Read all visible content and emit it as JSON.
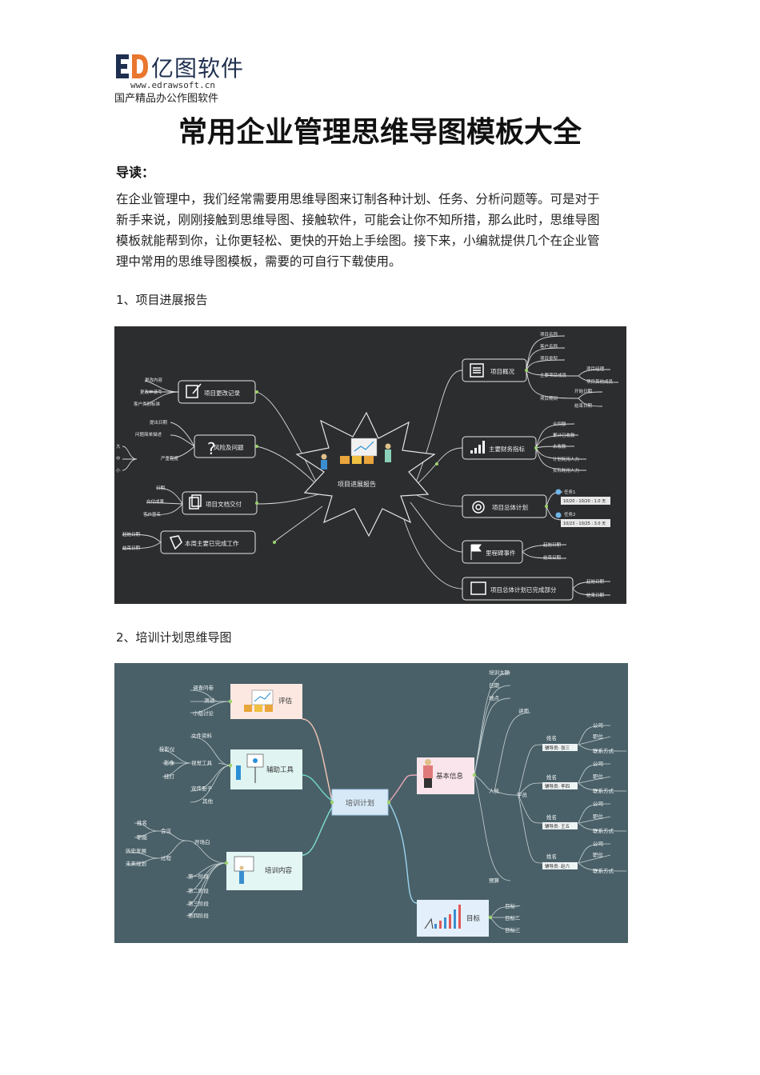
{
  "header": {
    "brand": "亿图软件",
    "url": "www.edrawsoft.cn",
    "tagline": "国产精品办公作图软件"
  },
  "doc": {
    "title": "常用企业管理思维导图模板大全",
    "lead": "导读：",
    "paragraph_lines": [
      "在企业管理中，我们经常需要用思维导图来订制各种计划、任务、分析问题等。可是对于",
      "新手来说，刚刚接触到思维导图、接触软件，可能会让你不知所措，那么此时，思维导图",
      "模板就能帮到你，让你更轻松、更快的开始上手绘图。接下来，小编就提供几个在企业管",
      "理中常用的思维导图模板，需要的可自行下载使用。"
    ],
    "section1": "1、项目进展报告",
    "section2": "2、培训计划思维导图"
  },
  "map1": {
    "center": "项目进展报告",
    "left": [
      {
        "label": "项目更改记录",
        "children": [
          "更改内容",
          "更改申请号",
          "客户类别标准"
        ]
      },
      {
        "label": "风险及问题",
        "children": [
          "提出日期",
          "问题简单描述",
          "严重程度"
        ],
        "sub": [
          "大",
          "中",
          "小"
        ]
      },
      {
        "label": "项目文档交付",
        "children": [
          "日期",
          "交付成果",
          "客户签名"
        ]
      },
      {
        "label": "本周主要已完成工作",
        "children": [
          "起始日期",
          "结束日期"
        ]
      }
    ],
    "right": [
      {
        "label": "项目概况",
        "children": [
          "项目名称",
          "客户名称",
          "项目类型",
          "主要项目成员",
          "项目期间"
        ],
        "grand": [
          "项目经理",
          "项目其他成员",
          "开始日期",
          "结束日期"
        ]
      },
      {
        "label": "主要财务指标",
        "children": [
          "合同额",
          "累计已收款",
          "未收款",
          "计划耗用人力",
          "实际耗用人力"
        ]
      },
      {
        "label": "项目总体计划",
        "children": [
          "任务1",
          "任务2"
        ],
        "dates": [
          "10/20 - 10/20 : 1.0 天",
          "10/23 - 10/25 : 3.0 天"
        ]
      },
      {
        "label": "里程碑事件",
        "children": [
          "起始日期",
          "结束日期"
        ]
      },
      {
        "label": "项目总体计划已完成部分",
        "children": [
          "起始日期",
          "结束日期"
        ]
      }
    ]
  },
  "map2": {
    "center": "培训计划",
    "left": [
      {
        "label": "评估",
        "children": [
          "调查问卷",
          "测试",
          "小组讨论"
        ]
      },
      {
        "label": "辅助工具",
        "children": [
          "文件资料",
          "视觉工具",
          "宣传册子",
          "其他"
        ],
        "sub": [
          "投影仪",
          "影像",
          "挂灯"
        ]
      },
      {
        "label": "培训内容",
        "children": [
          "开场白",
          "第一阶段",
          "第二阶段",
          "第三阶段",
          "第四阶段"
        ],
        "sub": [
          "会议",
          "过程"
        ],
        "subsub": [
          "姓名",
          "职能",
          "历史发展",
          "未来规划"
        ]
      }
    ],
    "right": [
      {
        "label": "基本信息",
        "children": [
          "培训主题",
          "日期",
          "地点",
          "人员",
          "预算"
        ],
        "people": [
          "讲师",
          "学员"
        ]
      },
      {
        "label": "目标",
        "children": [
          "目标一",
          "目标二",
          "目标三"
        ]
      }
    ],
    "students": [
      {
        "name": "姓名",
        "id": "辅导员: 张三",
        "fields": [
          "公司",
          "职位",
          "联系方式"
        ]
      },
      {
        "name": "姓名",
        "id": "辅导员: 李四",
        "fields": [
          "公司",
          "职位",
          "联系方式"
        ]
      },
      {
        "name": "姓名",
        "id": "辅导员: 王五",
        "fields": [
          "公司",
          "职位",
          "联系方式"
        ]
      },
      {
        "name": "姓名",
        "id": "辅导员: 赵六",
        "fields": [
          "公司",
          "职位",
          "联系方式"
        ]
      }
    ]
  }
}
